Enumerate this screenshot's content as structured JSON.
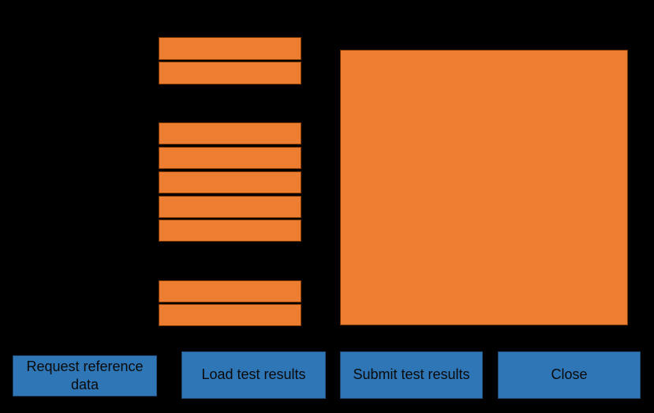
{
  "colors": {
    "bg": "#000000",
    "orange": "#ED7D31",
    "orange-border": "#7C3A00",
    "blue": "#2E76B5",
    "blue-border": "#1F4E79",
    "btn-text": "#0a0a0a"
  },
  "form": {
    "field_groups": [
      {
        "name": "top",
        "field_count": 2,
        "values": [
          "",
          ""
        ]
      },
      {
        "name": "middle",
        "field_count": 5,
        "values": [
          "",
          "",
          "",
          "",
          ""
        ]
      },
      {
        "name": "bottom",
        "field_count": 2,
        "values": [
          "",
          ""
        ]
      }
    ],
    "results_panel": {
      "value": ""
    }
  },
  "buttons": [
    {
      "label": "Request reference data"
    },
    {
      "label": "Load test results"
    },
    {
      "label": "Submit test results"
    },
    {
      "label": "Close"
    }
  ]
}
